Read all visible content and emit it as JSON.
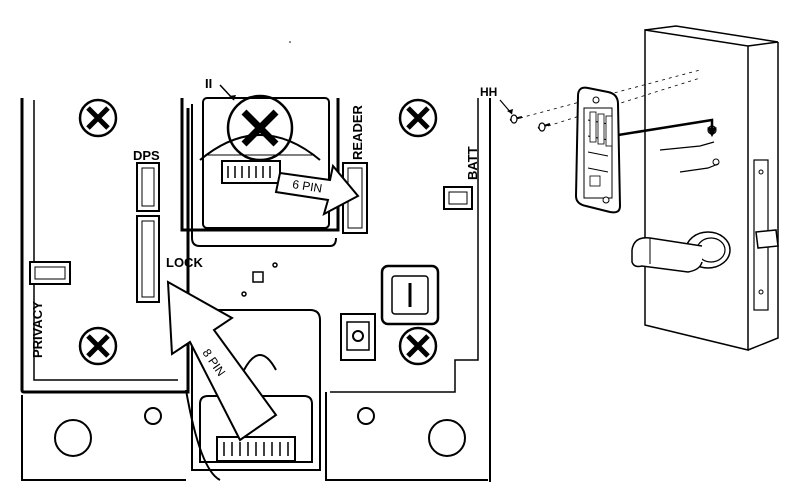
{
  "callouts": {
    "screw_ii": "II",
    "screw_hh": "HH"
  },
  "connectors": {
    "dps": "DPS",
    "reader": "READER",
    "batt": "BATT",
    "lock": "LOCK",
    "privacy": "PRIVACY"
  },
  "arrows": {
    "reader_cable": "6 PIN",
    "lock_cable": "8 PIN"
  },
  "colors": {
    "line": "#000000",
    "arrow_fill": "#ffffff",
    "background": "#ffffff"
  }
}
